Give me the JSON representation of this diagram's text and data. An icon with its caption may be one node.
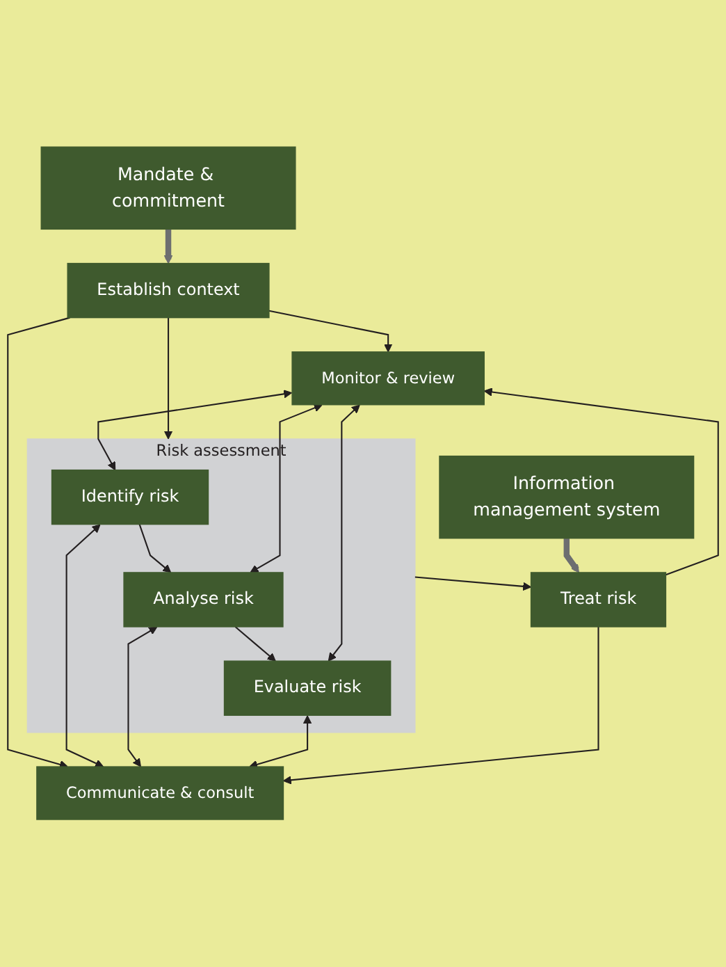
{
  "diagram": {
    "nodes": [
      {
        "text": [
          "Mandate & commitment"
        ]
      },
      {
        "text": [
          "Establish context"
        ]
      },
      {
        "text": [
          "Monitor & review"
        ]
      },
      {
        "text": [
          "Risk assessment"
        ]
      },
      {
        "text": [
          "Identify risk"
        ],
        "in": 3
      },
      {
        "text": [
          "Analyse risk"
        ],
        "in": 3
      },
      {
        "text": [
          "Evaluate risk"
        ],
        "in": 3
      },
      {
        "text": [
          "Communicate & consult"
        ]
      },
      {
        "text": [
          "Treat risk"
        ]
      },
      {
        "text": [
          "Information management system"
        ]
      }
    ],
    "edges": [
      {
        "from": 0,
        "to": 1,
        "arrow": "to",
        "style": "thick",
        "color": "#6d6e70"
      },
      {
        "from": 1,
        "to": 2,
        "arrow": "to"
      },
      {
        "from": 1,
        "to": 3,
        "arrow": "to"
      },
      {
        "from": 1,
        "to": 7,
        "arrow": "to"
      },
      {
        "from": 2,
        "to": 4,
        "arrow": "both"
      },
      {
        "from": 4,
        "to": 7,
        "arrow": "both"
      },
      {
        "from": 4,
        "to": 5,
        "arrow": "to"
      },
      {
        "from": 2,
        "to": 5,
        "arrow": "both"
      },
      {
        "from": 5,
        "to": 7,
        "arrow": "both"
      },
      {
        "from": 5,
        "to": 6,
        "arrow": "to"
      },
      {
        "from": 2,
        "to": 6,
        "arrow": "both"
      },
      {
        "from": 6,
        "to": 7,
        "arrow": "both"
      },
      {
        "from": 3,
        "to": 8,
        "arrow": "to"
      },
      {
        "from": 8,
        "to": 2,
        "arrow": "to"
      },
      {
        "from": 8,
        "to": 7,
        "arrow": "to"
      },
      {
        "from": 9,
        "to": 8,
        "arrow": "to",
        "style": "thick",
        "color": "#6d6e70"
      }
    ]
  }
}
